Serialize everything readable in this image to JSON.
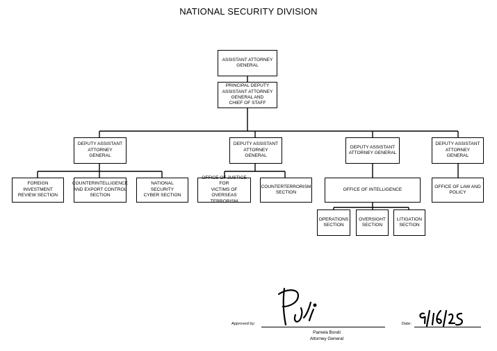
{
  "title": "NATIONAL SECURITY DIVISION",
  "boxes": {
    "aag": "ASSISTANT ATTORNEY\nGENERAL",
    "pdaag": "PRINCIPAL DEPUTY\nASSISTANT ATTORNEY\nGENERAL AND\nCHIEF OF STAFF",
    "daag1": "DEPUTY ASSISTANT\nATTORNEY GENERAL",
    "daag2": "DEPUTY ASSISTANT\nATTORNEY GENERAL",
    "daag3": "DEPUTY ASSISTANT\nATTORNEY GENERAL",
    "daag4": "DEPUTY ASSISTANT\nATTORNEY GENERAL",
    "foreign_investment": "FOREIGN INVESTMENT\nREVIEW SECTION",
    "counterintelligence": "COUNTERINTELLIGENCE\nAND EXPORT CONTROL\nSECTION",
    "cyber": "NATIONAL SECURITY\nCYBER SECTION",
    "justice_victims": "OFFICE OF JUSTICE FOR\nVICTIMS OF OVERSEAS\nTERRORISM",
    "counterterrorism": "COUNTERTERRORISM\nSECTION",
    "intelligence": "OFFICE OF INTELLIGENCE",
    "operations": "OPERATIONS\nSECTION",
    "oversight": "OVERSIGHT\nSECTION",
    "litigation": "LITIGATION\nSECTION",
    "law_policy": "OFFICE OF LAW AND\nPOLICY"
  },
  "approval": {
    "approved_by_label": "Approved by:",
    "date_label": "Date:",
    "name": "Pamela Bondi",
    "role": "Attorney General"
  }
}
